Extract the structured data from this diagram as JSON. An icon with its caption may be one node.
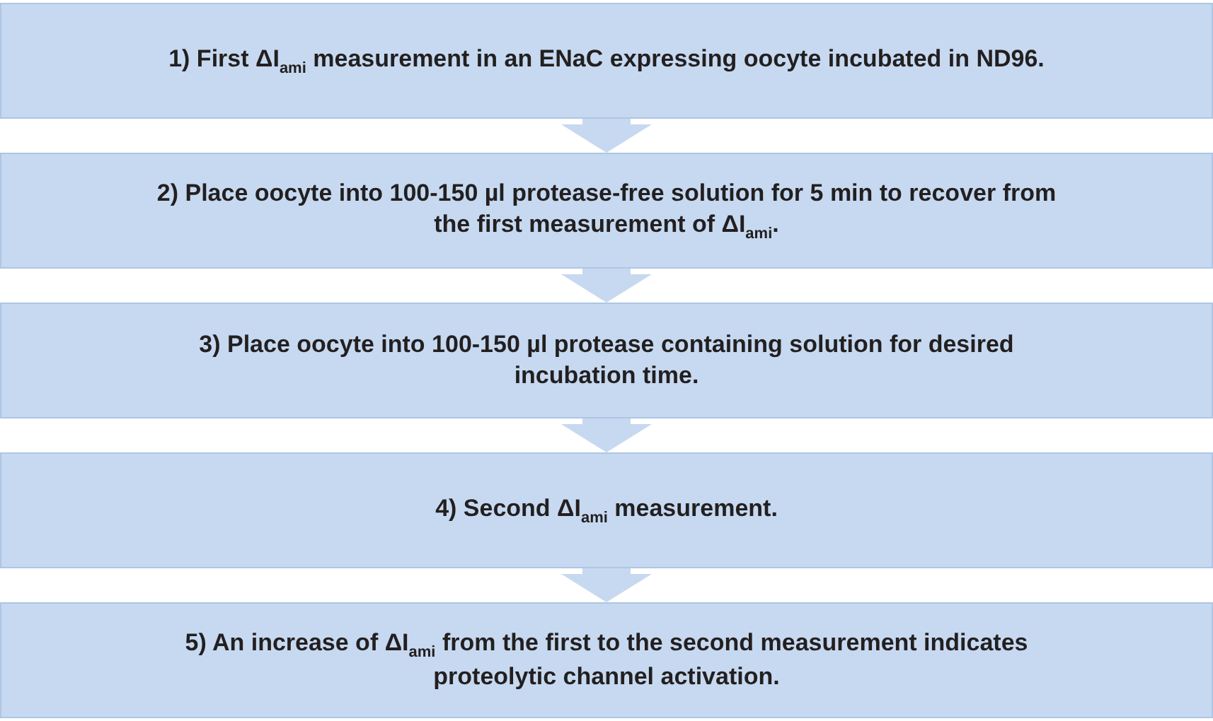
{
  "diagram": {
    "nodes": [
      {
        "text": [
          "1) First ΔI$_{ami}$ measurement in an ENaC expressing oocyte incubated in ND96."
        ]
      },
      {
        "text": [
          "2) Place oocyte into 100-150 µl protease-free solution for 5 min to recover from the first measurement of ΔI$_{ami}$."
        ]
      },
      {
        "text": [
          "3) Place oocyte into 100-150 µl protease containing solution for desired incubation time."
        ]
      },
      {
        "text": [
          "4) Second ΔI$_{ami}$ measurement."
        ]
      },
      {
        "text": [
          "5) An increase of ΔI$_{ami}$ from the first to the second measurement indicates proteolytic channel activation."
        ]
      }
    ],
    "edges": [
      {
        "from": 0,
        "to": 1,
        "arrow": "to"
      },
      {
        "from": 1,
        "to": 2,
        "arrow": "to"
      },
      {
        "from": 2,
        "to": 3,
        "arrow": "to"
      },
      {
        "from": 3,
        "to": 4,
        "arrow": "to"
      }
    ]
  }
}
